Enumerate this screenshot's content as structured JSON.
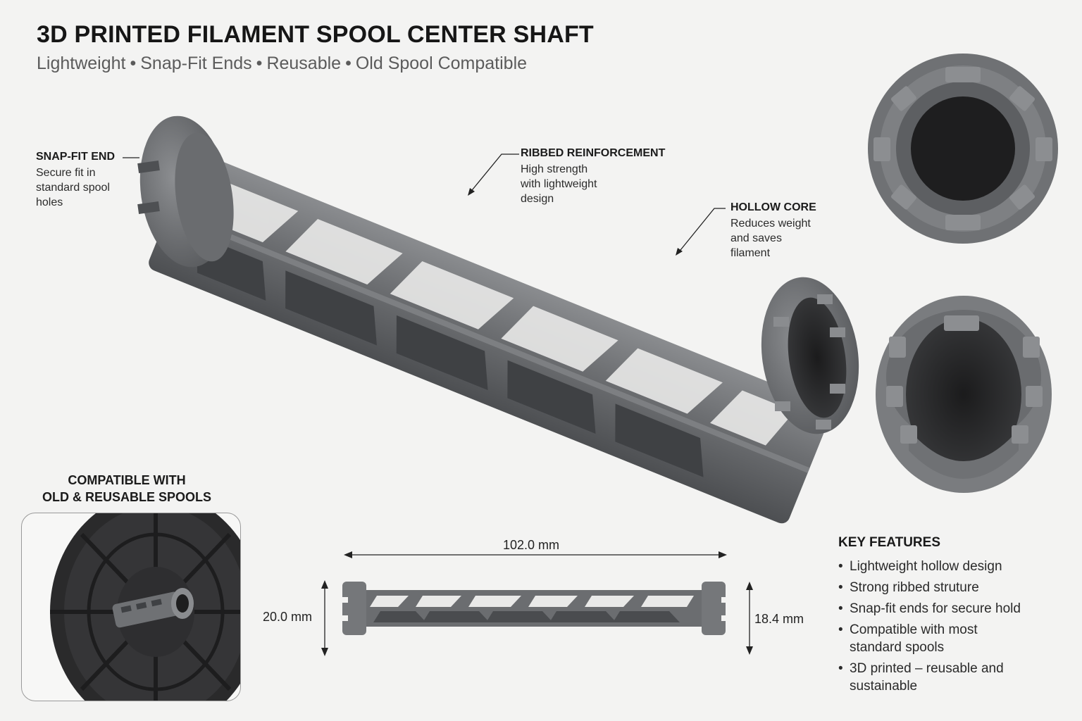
{
  "header": {
    "title": "3D PRINTED FILAMENT SPOOL CENTER SHAFT",
    "subtitle_items": [
      "Lightweight",
      "Snap-Fit Ends",
      "Reusable",
      "Old Spool Compatible"
    ],
    "separator": "•"
  },
  "callouts": {
    "snap_fit": {
      "title": "SNAP-FIT END",
      "lines": [
        "Secure fit in",
        "standard spool",
        "holes"
      ]
    },
    "ribbed": {
      "title": "RIBBED REINFORCEMENT",
      "lines": [
        "High strength",
        "with lightweight",
        "design"
      ]
    },
    "hollow": {
      "title": "HOLLOW CORE",
      "lines": [
        "Reduces weight",
        "and saves",
        "filament"
      ]
    }
  },
  "compatibility": {
    "title_line1": "COMPATIBLE WITH",
    "title_line2": "OLD & REUSABLE SPOOLS"
  },
  "dimensions": {
    "length": "102.0 mm",
    "outer_diameter": "20.0 mm",
    "inner_diameter": "18.4 mm"
  },
  "key_features": {
    "title": "KEY FEATURES",
    "items": [
      "Lightweight hollow design",
      "Strong ribbed struture",
      "Snap-fit ends for secure hold",
      "Compatible with most standard spools",
      "3D printed – reusable and sustainable"
    ]
  },
  "colors": {
    "background": "#f3f3f2",
    "part_gray": "#6f7174",
    "part_dark": "#4e5053",
    "part_light": "#8d8f92",
    "spool_black": "#2a2a2b"
  }
}
